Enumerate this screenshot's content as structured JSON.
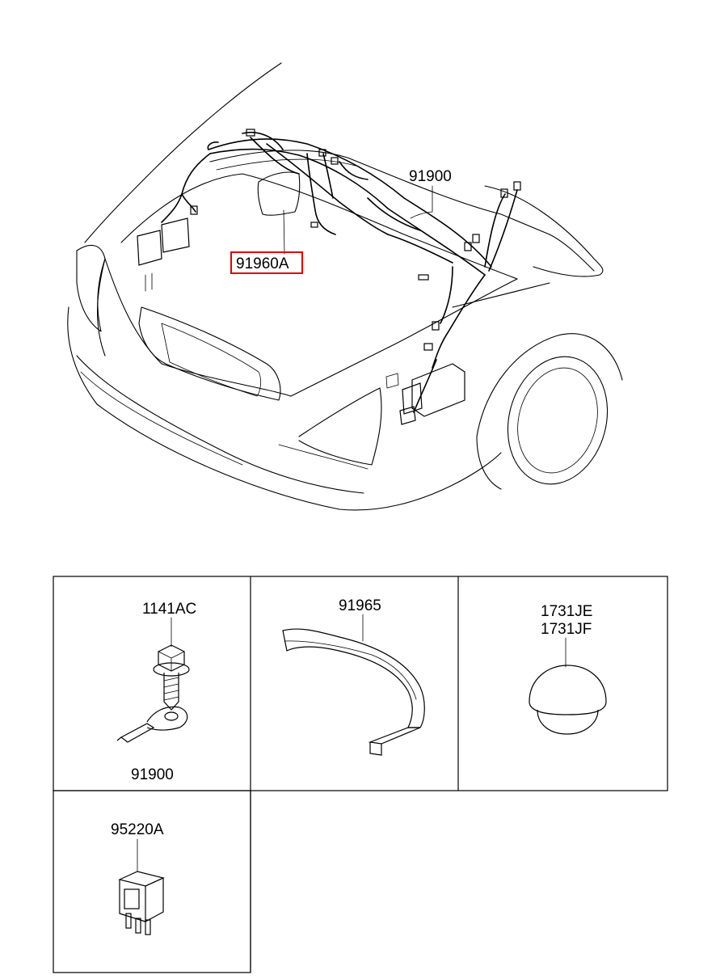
{
  "callouts": {
    "harness_top": "91900",
    "cover_highlighted": "91960A"
  },
  "highlight_color": "#e00000",
  "panels": {
    "bolt": {
      "part_top": "1141AC",
      "part_bottom": "91900"
    },
    "protector": {
      "part": "91965"
    },
    "plug": {
      "part_a": "1731JE",
      "part_b": "1731JF"
    },
    "relay": {
      "part": "95220A"
    }
  }
}
